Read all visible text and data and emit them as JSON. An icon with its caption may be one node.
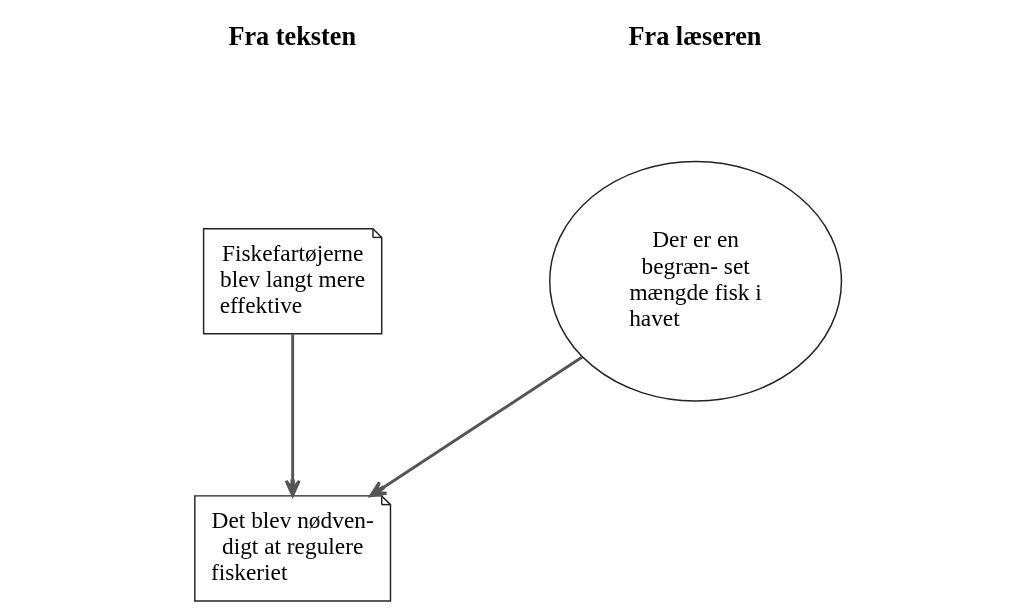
{
  "diagram": {
    "nodes": [
      {
        "text": [
          "Fiskefartøjerne blev langt mere effektive"
        ]
      },
      {
        "text": [
          "Det blev nødven- digt at regulere fiskeriet"
        ]
      },
      {
        "text": [
          "Der er en begræn- set mængde fisk i havet"
        ]
      }
    ],
    "edges": [
      {
        "from": 0,
        "to": 1,
        "arrow": "to"
      },
      {
        "from": 2,
        "to": 1,
        "arrow": "to"
      }
    ],
    "labels": [
      "Fra teksten",
      "Fra læseren"
    ]
  }
}
